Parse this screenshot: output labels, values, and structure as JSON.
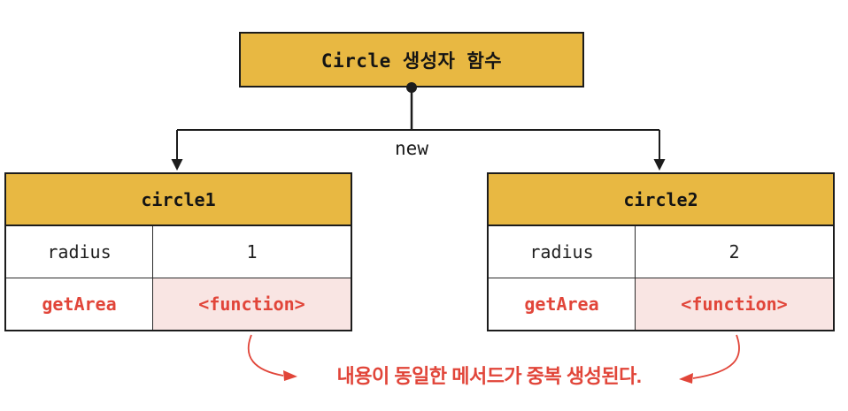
{
  "constructor_box": {
    "label": "Circle 생성자 함수"
  },
  "new_label": "new",
  "instances": [
    {
      "title": "circle1",
      "rows": [
        {
          "key": "radius",
          "value": "1"
        },
        {
          "key": "getArea",
          "value": "<function>"
        }
      ]
    },
    {
      "title": "circle2",
      "rows": [
        {
          "key": "radius",
          "value": "2"
        },
        {
          "key": "getArea",
          "value": "<function>"
        }
      ]
    }
  ],
  "annotation": "내용이 동일한 메서드가 중복 생성된다.",
  "colors": {
    "gold": "#E8B842",
    "pink": "#F9E5E3",
    "red": "#E14539",
    "line": "#1C1C1C"
  }
}
